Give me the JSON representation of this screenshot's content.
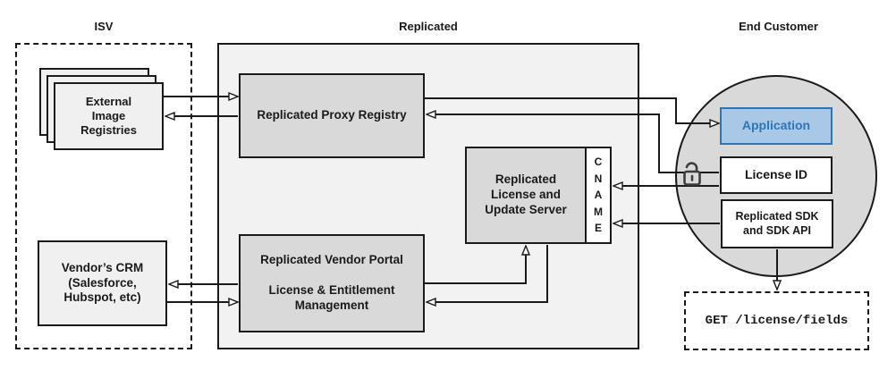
{
  "sections": {
    "isv": {
      "label": "ISV"
    },
    "replicated": {
      "label": "Replicated"
    },
    "end_customer": {
      "label": "End Customer"
    }
  },
  "nodes": {
    "external_registries": {
      "label": "External\nImage\nRegistries"
    },
    "vendor_crm": {
      "label": "Vendor’s CRM\n(Salesforce,\nHubspot, etc)"
    },
    "proxy_registry": {
      "label": "Replicated Proxy Registry"
    },
    "license_update_server": {
      "label": "Replicated\nLicense and\nUpdate Server"
    },
    "cname": {
      "letters": [
        "C",
        "N",
        "A",
        "M",
        "E"
      ]
    },
    "vendor_portal": {
      "label": "Replicated Vendor Portal\n\nLicense & Entitlement\nManagement"
    },
    "application": {
      "label": "Application"
    },
    "license_id": {
      "label": "License ID"
    },
    "replicated_sdk": {
      "label": "Replicated SDK\nand SDK API"
    },
    "get_endpoint": {
      "label": "GET /license/fields"
    }
  },
  "icons": {
    "unlock": "open-padlock"
  },
  "colors": {
    "container_fill": "#f2f2f2",
    "node_gray": "#d9d9d9",
    "node_light": "#f0f0f0",
    "line": "#1a1a1a",
    "app_fill": "#a9c8e8",
    "app_border": "#2e75b6",
    "app_text": "#2e75b6"
  }
}
